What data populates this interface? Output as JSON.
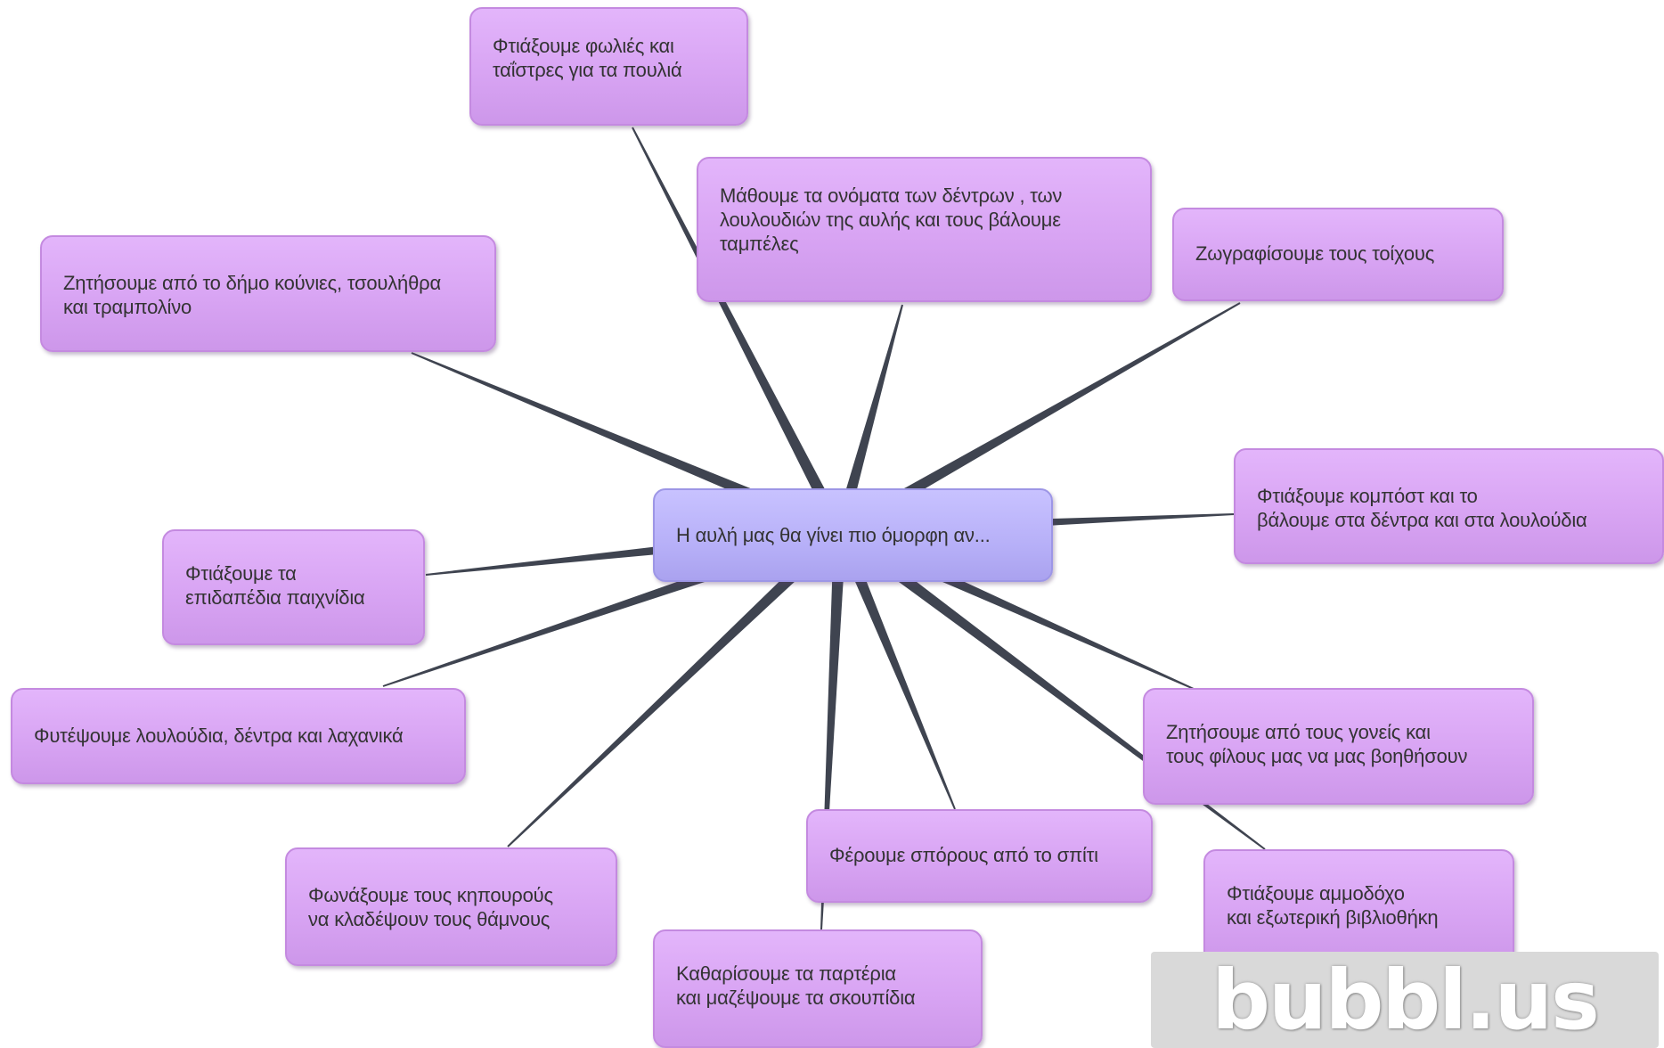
{
  "diagram": {
    "type": "mind-map",
    "center": {
      "id": "center",
      "text": "Η αυλή μας θα γίνει πιο όμορφη αν..."
    },
    "branches": [
      {
        "id": "birds",
        "text": "Φτιάξουμε φωλιές και\nταΐστρες για τα πουλιά"
      },
      {
        "id": "names",
        "text": "Μάθουμε τα ονόματα των δέντρων , των\nλουλουδιών  της αυλής και τους βάλουμε\nταμπέλες"
      },
      {
        "id": "walls",
        "text": "Ζωγραφίσουμε τους τοίχους"
      },
      {
        "id": "swings",
        "text": "Ζητήσουμε από το δήμο κούνιες, τσουλήθρα\nκαι τραμπολίνο"
      },
      {
        "id": "compost",
        "text": "Φτιάξουμε κομπόστ και το\nβάλουμε στα δέντρα  και στα λουλούδια"
      },
      {
        "id": "floor-games",
        "text": "Φτιάξουμε τα\nεπιδαπέδια παιχνίδια"
      },
      {
        "id": "plant",
        "text": "Φυτέψουμε λουλούδια, δέντρα και λαχανικά"
      },
      {
        "id": "parents",
        "text": "Ζητήσουμε από τους γονείς και\nτους φίλους μας να μας βοηθήσουν"
      },
      {
        "id": "seeds",
        "text": "Φέρουμε σπόρους από το σπίτι"
      },
      {
        "id": "gardeners",
        "text": "Φωνάξουμε τους κηπουρούς\n να κλαδέψουν τους θάμνους"
      },
      {
        "id": "sandbox",
        "text": "Φτιάξουμε αμμοδόχο\nκαι εξωτερική βιβλιοθήκη"
      },
      {
        "id": "clean",
        "text": "Καθαρίσουμε τα παρτέρια\nκαι μαζέψουμε τα σκουπίδια"
      }
    ]
  },
  "watermark": {
    "text": "bubbl.us"
  },
  "colors": {
    "branch_fill": "#dba8f6",
    "center_fill": "#bdb6fb",
    "connector": "#3f4450",
    "text": "#333333",
    "watermark_bg": "#d9d9d9"
  }
}
